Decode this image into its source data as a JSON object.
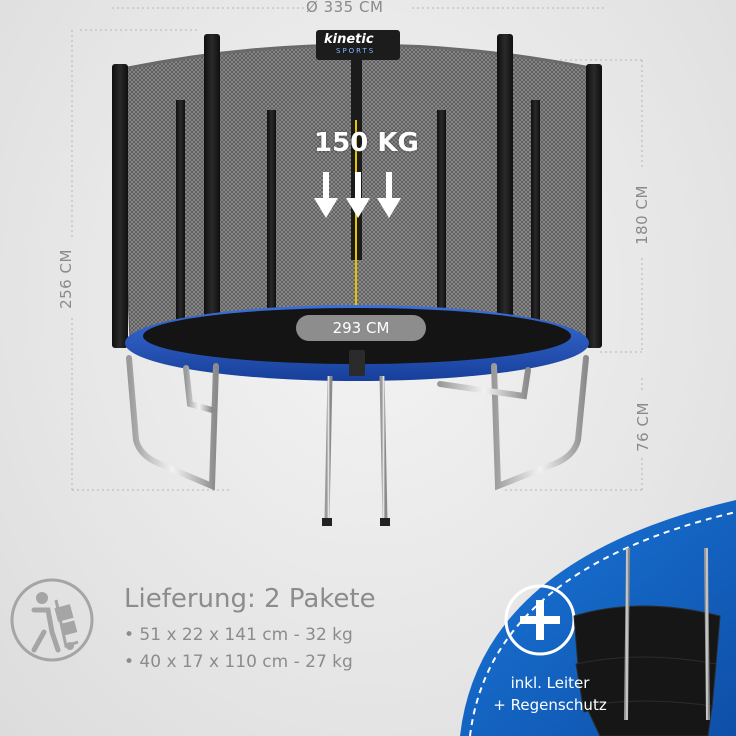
{
  "dimensions": {
    "diameter": "Ø 335 CM",
    "total_height": "256 CM",
    "net_height": "180 CM",
    "frame_height": "76 CM",
    "mat_diameter": "293 CM"
  },
  "weight": "150 KG",
  "brand": {
    "name": "kinetic",
    "sub": "SPORTS"
  },
  "delivery": {
    "title": "Lieferung: 2 Pakete",
    "items": [
      "• 51 x 22 x 141 cm - 32 kg",
      "• 40 x 17 x 110 cm - 27 kg"
    ]
  },
  "promo": {
    "line1": "inkl. Leiter",
    "line2": "+ Regenschutz"
  },
  "colors": {
    "pad_blue": "#1f4db7",
    "promo_blue": "#1464c8",
    "net_pole": "#1b1b1b",
    "text_grey": "#8c8c8c"
  },
  "icons": [
    "delivery-person-icon",
    "plus-icon",
    "arrow-down-icon"
  ]
}
